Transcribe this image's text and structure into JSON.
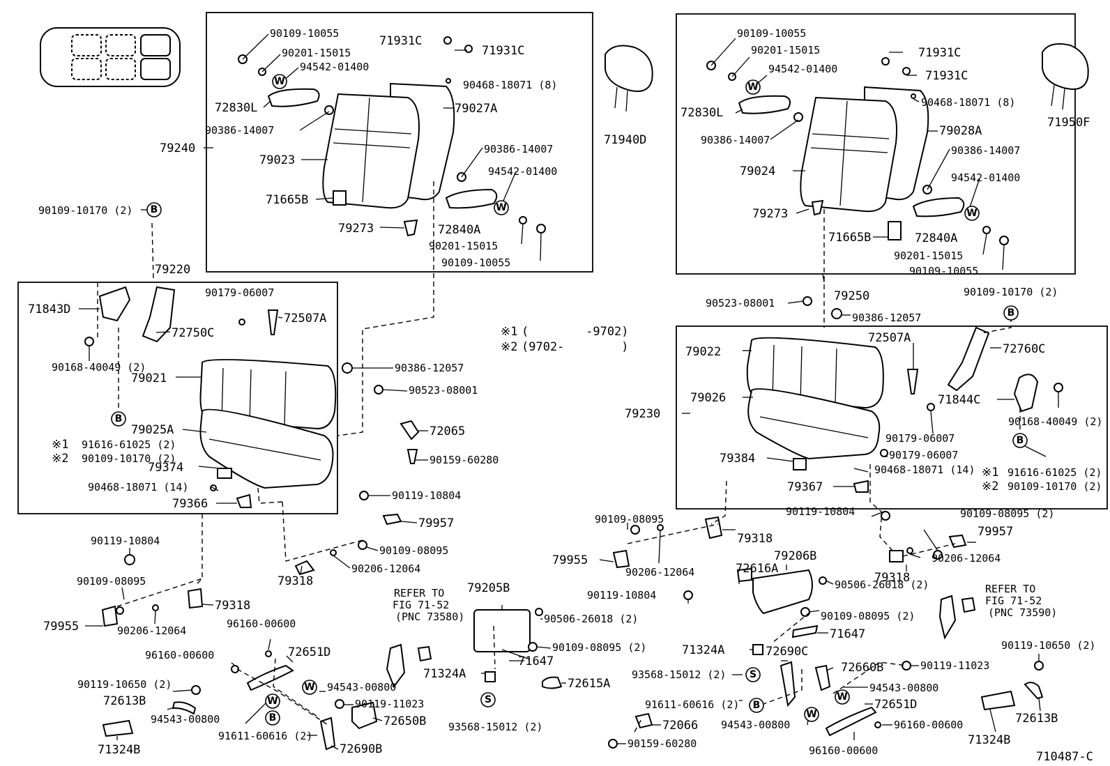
{
  "diagram_code": "710487-C",
  "notes": {
    "note1_mark": "※1",
    "note1_range": "(        -9702)",
    "note2_mark": "※2",
    "note2_range": "(9702-        )"
  },
  "labels": [
    {
      "id": "l1",
      "text": "90109-10055"
    },
    {
      "id": "l2",
      "text": "90201-15015"
    },
    {
      "id": "l3",
      "text": "94542-01400"
    },
    {
      "id": "l4",
      "text": "72830L"
    },
    {
      "id": "l5",
      "text": "90386-14007"
    },
    {
      "id": "l6",
      "text": "79240"
    },
    {
      "id": "l7",
      "text": "79023"
    },
    {
      "id": "l8",
      "text": "71665B"
    },
    {
      "id": "l9",
      "text": "79273"
    },
    {
      "id": "l10",
      "text": "71931C"
    },
    {
      "id": "l11",
      "text": "71931C"
    },
    {
      "id": "l12",
      "text": "90468-18071 (8)"
    },
    {
      "id": "l13",
      "text": "79027A"
    },
    {
      "id": "l14",
      "text": "90386-14007"
    },
    {
      "id": "l15",
      "text": "94542-01400"
    },
    {
      "id": "l16",
      "text": "72840A"
    },
    {
      "id": "l17",
      "text": "90201-15015"
    },
    {
      "id": "l18",
      "text": "90109-10055"
    },
    {
      "id": "l19",
      "text": "71940D"
    },
    {
      "id": "l20",
      "text": "90109-10170 (2)"
    },
    {
      "id": "l21",
      "text": "79220"
    },
    {
      "id": "l22",
      "text": "71843D"
    },
    {
      "id": "l23",
      "text": "72750C"
    },
    {
      "id": "l24",
      "text": "90179-06007"
    },
    {
      "id": "l25",
      "text": "72507A"
    },
    {
      "id": "l26",
      "text": "90168-40049 (2)"
    },
    {
      "id": "l27",
      "text": "79021"
    },
    {
      "id": "l28",
      "text": "79025A"
    },
    {
      "id": "l29",
      "text": "※1"
    },
    {
      "id": "l30",
      "text": "91616-61025 (2)"
    },
    {
      "id": "l31",
      "text": "※2"
    },
    {
      "id": "l32",
      "text": "90109-10170 (2)"
    },
    {
      "id": "l33",
      "text": "79374"
    },
    {
      "id": "l34",
      "text": "90468-18071 (14)"
    },
    {
      "id": "l35",
      "text": "79366"
    },
    {
      "id": "l36",
      "text": "90386-12057"
    },
    {
      "id": "l37",
      "text": "90523-08001"
    },
    {
      "id": "l38",
      "text": "72065"
    },
    {
      "id": "l39",
      "text": "90159-60280"
    },
    {
      "id": "l40",
      "text": "90119-10804"
    },
    {
      "id": "l41",
      "text": "79957"
    },
    {
      "id": "l42",
      "text": "90109-08095"
    },
    {
      "id": "l43",
      "text": "79318"
    },
    {
      "id": "l44",
      "text": "90206-12064"
    },
    {
      "id": "l45",
      "text": "90119-10804"
    },
    {
      "id": "l46",
      "text": "90109-08095"
    },
    {
      "id": "l47",
      "text": "79318"
    },
    {
      "id": "l48",
      "text": "79955"
    },
    {
      "id": "l49",
      "text": "90206-12064"
    },
    {
      "id": "l50",
      "text": "96160-00600"
    },
    {
      "id": "l51",
      "text": "96160-00600"
    },
    {
      "id": "l52",
      "text": "72651D"
    },
    {
      "id": "l53",
      "text": "90119-10650 (2)"
    },
    {
      "id": "l54",
      "text": "94543-00800"
    },
    {
      "id": "l55",
      "text": "72613B"
    },
    {
      "id": "l56",
      "text": "90119-11023"
    },
    {
      "id": "l57",
      "text": "94543-00800"
    },
    {
      "id": "l58",
      "text": "72650B"
    },
    {
      "id": "l59",
      "text": "71324B"
    },
    {
      "id": "l60",
      "text": "91611-60616 (2)"
    },
    {
      "id": "l61",
      "text": "72690B"
    },
    {
      "id": "l62",
      "text": "REFER TO"
    },
    {
      "id": "l63",
      "text": "FIG 71-52"
    },
    {
      "id": "l64",
      "text": "(PNC 73580)"
    },
    {
      "id": "l65",
      "text": "79205B"
    },
    {
      "id": "l66",
      "text": "90506-26018 (2)"
    },
    {
      "id": "l67",
      "text": "90109-08095 (2)"
    },
    {
      "id": "l68",
      "text": "71647"
    },
    {
      "id": "l69",
      "text": "71324A"
    },
    {
      "id": "l70",
      "text": "72615A"
    },
    {
      "id": "l71",
      "text": "93568-15012 (2)"
    },
    {
      "id": "l72",
      "text": "90109-10055"
    },
    {
      "id": "l73",
      "text": "90201-15015"
    },
    {
      "id": "l74",
      "text": "94542-01400"
    },
    {
      "id": "l75",
      "text": "72830L"
    },
    {
      "id": "l76",
      "text": "90386-14007"
    },
    {
      "id": "l77",
      "text": "79024"
    },
    {
      "id": "l78",
      "text": "79273"
    },
    {
      "id": "l79",
      "text": "71931C"
    },
    {
      "id": "l80",
      "text": "71931C"
    },
    {
      "id": "l81",
      "text": "90468-18071 (8)"
    },
    {
      "id": "l82",
      "text": "79028A"
    },
    {
      "id": "l83",
      "text": "90386-14007"
    },
    {
      "id": "l84",
      "text": "94542-01400"
    },
    {
      "id": "l85",
      "text": "71665B"
    },
    {
      "id": "l86",
      "text": "72840A"
    },
    {
      "id": "l87",
      "text": "90201-15015"
    },
    {
      "id": "l88",
      "text": "90109-10055"
    },
    {
      "id": "l89",
      "text": "71950F"
    },
    {
      "id": "l90",
      "text": "79250"
    },
    {
      "id": "l91",
      "text": "90523-08001"
    },
    {
      "id": "l92",
      "text": "90386-12057"
    },
    {
      "id": "l93",
      "text": "90109-10170 (2)"
    },
    {
      "id": "l94",
      "text": "79022"
    },
    {
      "id": "l95",
      "text": "72507A"
    },
    {
      "id": "l96",
      "text": "72760C"
    },
    {
      "id": "l97",
      "text": "79230"
    },
    {
      "id": "l98",
      "text": "79026"
    },
    {
      "id": "l99",
      "text": "90179-06007"
    },
    {
      "id": "l100",
      "text": "71844C"
    },
    {
      "id": "l101",
      "text": "90168-40049 (2)"
    },
    {
      "id": "l102",
      "text": "90179-06007"
    },
    {
      "id": "l103",
      "text": "79384"
    },
    {
      "id": "l104",
      "text": "90468-18071 (14)"
    },
    {
      "id": "l105",
      "text": "79367"
    },
    {
      "id": "l106",
      "text": "※1"
    },
    {
      "id": "l107",
      "text": "91616-61025 (2)"
    },
    {
      "id": "l108",
      "text": "※2"
    },
    {
      "id": "l109",
      "text": "90109-10170 (2)"
    },
    {
      "id": "l110",
      "text": "90109-08095"
    },
    {
      "id": "l111",
      "text": "79318"
    },
    {
      "id": "l112",
      "text": "79955"
    },
    {
      "id": "l113",
      "text": "90206-12064"
    },
    {
      "id": "l114",
      "text": "90119-10804"
    },
    {
      "id": "l115",
      "text": "90109-08095 (2)"
    },
    {
      "id": "l116",
      "text": "79957"
    },
    {
      "id": "l117",
      "text": "79318"
    },
    {
      "id": "l118",
      "text": "90206-12064"
    },
    {
      "id": "l119",
      "text": "72616A"
    },
    {
      "id": "l120",
      "text": "79206B"
    },
    {
      "id": "l121",
      "text": "90506-26018 (2)"
    },
    {
      "id": "l122",
      "text": "90119-10804"
    },
    {
      "id": "l123",
      "text": "90109-08095 (2)"
    },
    {
      "id": "l124",
      "text": "71647"
    },
    {
      "id": "l125",
      "text": "71324A"
    },
    {
      "id": "l126",
      "text": "72690C"
    },
    {
      "id": "l127",
      "text": "93568-15012 (2)"
    },
    {
      "id": "l128",
      "text": "72660B"
    },
    {
      "id": "l129",
      "text": "90119-11023"
    },
    {
      "id": "l130",
      "text": "94543-00800"
    },
    {
      "id": "l131",
      "text": "91611-60616 (2)"
    },
    {
      "id": "l132",
      "text": "72651D"
    },
    {
      "id": "l133",
      "text": "94543-00800"
    },
    {
      "id": "l134",
      "text": "96160-00600"
    },
    {
      "id": "l135",
      "text": "72066"
    },
    {
      "id": "l136",
      "text": "90159-60280"
    },
    {
      "id": "l137",
      "text": "96160-00600"
    },
    {
      "id": "l138",
      "text": "71324B"
    },
    {
      "id": "l139",
      "text": "REFER TO"
    },
    {
      "id": "l140",
      "text": "FIG 71-52"
    },
    {
      "id": "l141",
      "text": "(PNC 73590)"
    },
    {
      "id": "l142",
      "text": "90119-10650 (2)"
    },
    {
      "id": "l143",
      "text": "72613B"
    }
  ],
  "markers": [
    {
      "id": "mW1",
      "letter": "W"
    },
    {
      "id": "mW2",
      "letter": "W"
    },
    {
      "id": "mW3",
      "letter": "W"
    },
    {
      "id": "mW4",
      "letter": "W"
    },
    {
      "id": "mW5",
      "letter": "W"
    },
    {
      "id": "mW6",
      "letter": "W"
    },
    {
      "id": "mW7",
      "letter": "W"
    },
    {
      "id": "mW8",
      "letter": "W"
    },
    {
      "id": "mB1",
      "letter": "B"
    },
    {
      "id": "mB2",
      "letter": "B"
    },
    {
      "id": "mB3",
      "letter": "B"
    },
    {
      "id": "mB4",
      "letter": "B"
    },
    {
      "id": "mB5",
      "letter": "B"
    },
    {
      "id": "mB6",
      "letter": "B"
    },
    {
      "id": "mS1",
      "letter": "S"
    },
    {
      "id": "mS2",
      "letter": "S"
    }
  ]
}
